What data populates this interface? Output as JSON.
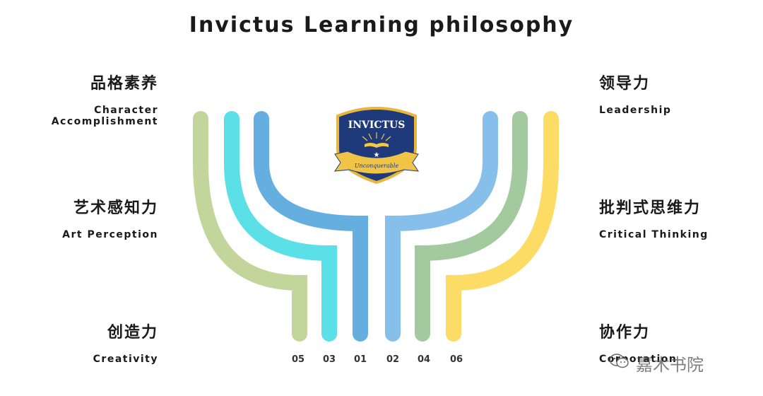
{
  "title": "Invictus Learning philosophy",
  "logo": {
    "name": "INVICTUS",
    "motto": "Unconquerable",
    "colors": {
      "shield": "#1f3a7a",
      "border": "#e8b63a",
      "ribbon": "#f0c447"
    }
  },
  "items": [
    {
      "num": "05",
      "zh": "创造力",
      "en": "Creativity",
      "color": "#c2d69b"
    },
    {
      "num": "03",
      "zh": "艺术感知力",
      "en": "Art Perception",
      "color": "#5ce0e8"
    },
    {
      "num": "01",
      "zh": "品格素养",
      "en": "Character Accomplishment",
      "color": "#64aee0"
    },
    {
      "num": "02",
      "zh": "领导力",
      "en": "Leadership",
      "color": "#86bfea"
    },
    {
      "num": "04",
      "zh": "批判式思维力",
      "en": "Critical Thinking",
      "color": "#a3c99e"
    },
    {
      "num": "06",
      "zh": "协作力",
      "en": "Corporation",
      "color": "#fddc66"
    }
  ],
  "watermark": "嘉木书院"
}
